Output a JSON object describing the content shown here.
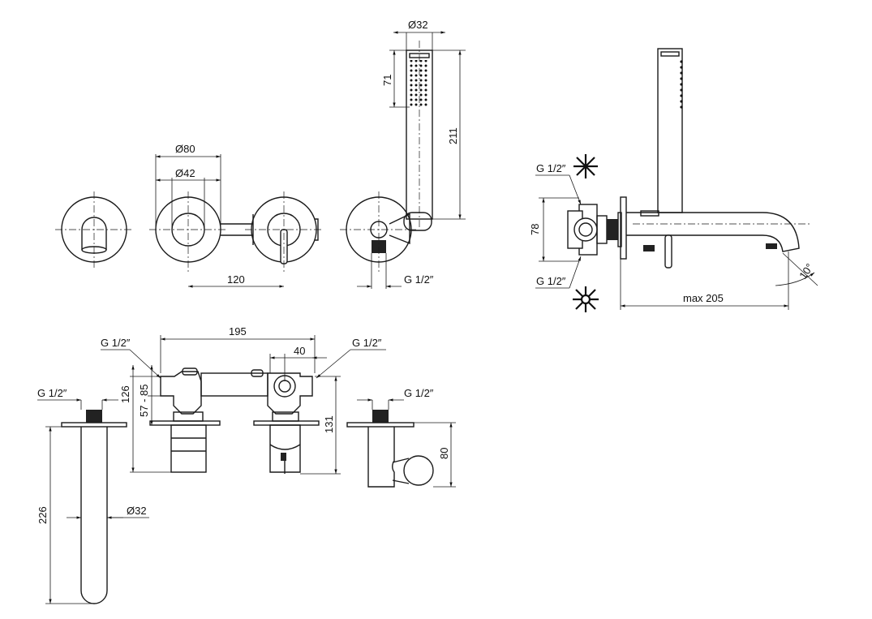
{
  "labels": {
    "dia_handshower": "Ø32",
    "spray_length": "71",
    "handshower_length": "211",
    "escutcheon_dia": "Ø80",
    "body_dia": "Ø42",
    "spacing": "120",
    "outlet_thread_top": "G 1/2″",
    "inlet_thread_hot_side": "G 1/2″",
    "inlet_thread_cold_side": "G 1/2″",
    "side_height": "78",
    "max_projection": "max 205",
    "spout_angle": "10°",
    "body_width": "195",
    "outlet_spacing": "40",
    "body_left_thread": "G 1/2″",
    "body_right_thread": "G 1/2″",
    "depth_range": "57 - 85",
    "body_height": "126",
    "body_total_height": "131",
    "spout_thread": "G 1/2″",
    "spout_length": "226",
    "spout_dia": "Ø32",
    "holder_thread": "G 1/2″",
    "holder_height": "80"
  }
}
